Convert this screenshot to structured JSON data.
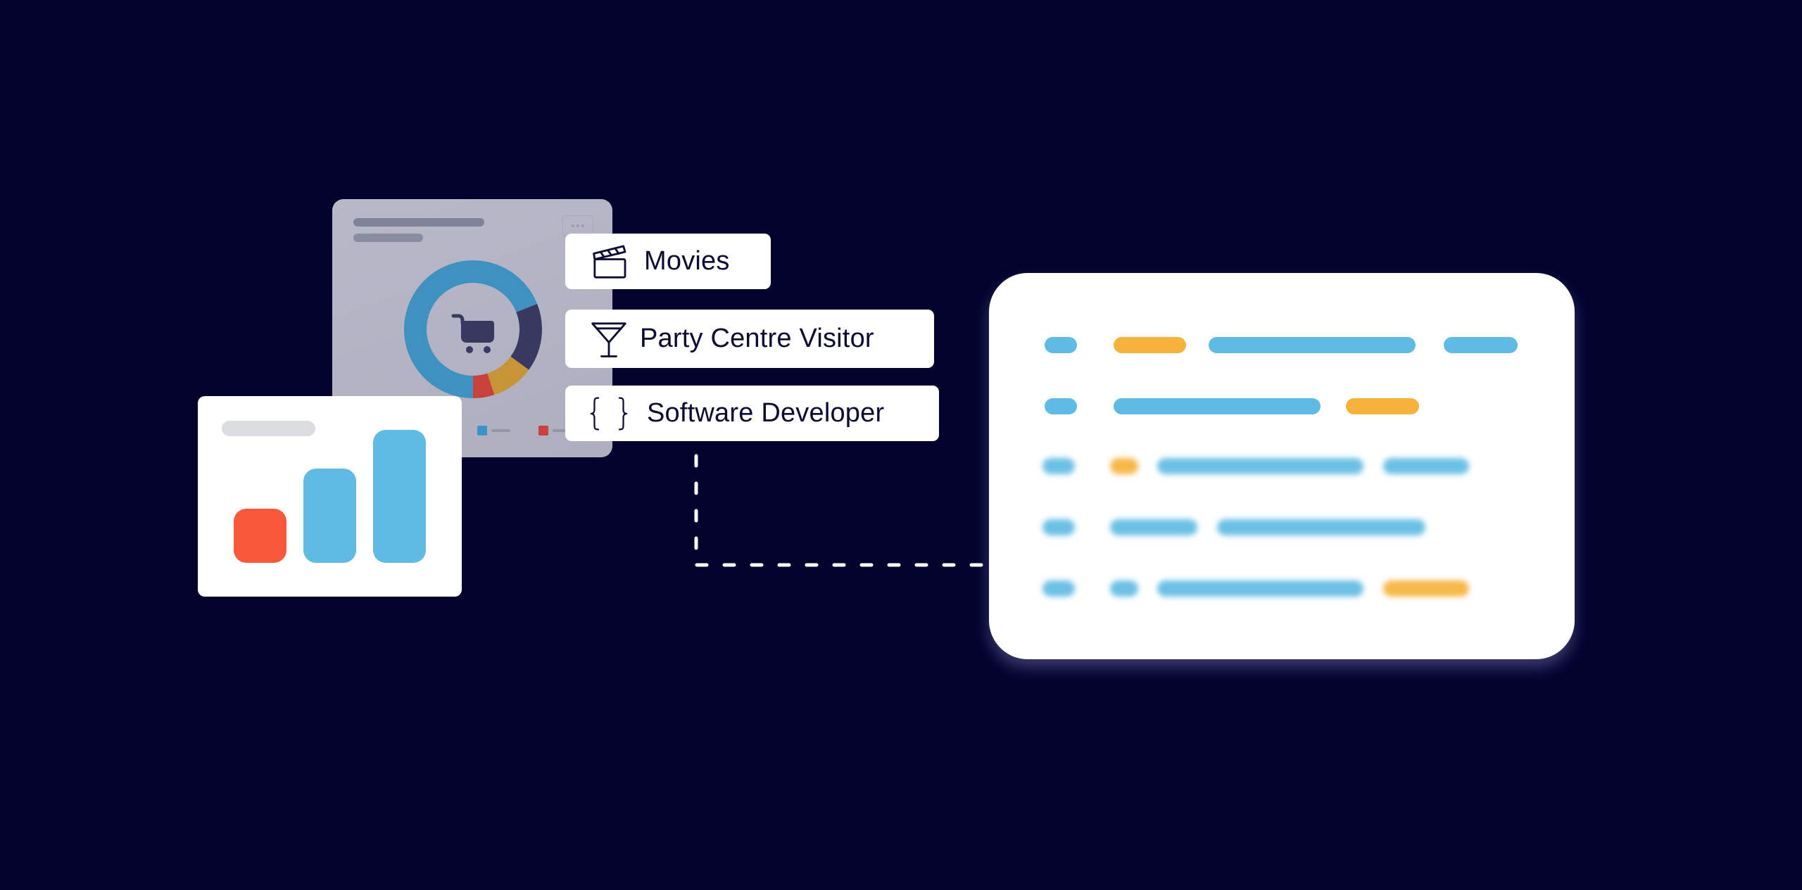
{
  "colors": {
    "background": "#03032e",
    "blue": "#5fbbe3",
    "orange": "#f6b23a",
    "red": "#f8593b",
    "navy_text": "#0a0a35",
    "donut_blue": "#3f91bf",
    "donut_navy": "#383860",
    "donut_gold": "#c89438",
    "donut_red": "#c8413a"
  },
  "tags": [
    {
      "icon": "clapperboard-icon",
      "label": "Movies"
    },
    {
      "icon": "cocktail-glass-icon",
      "label": "Party Centre Visitor"
    },
    {
      "icon": "curly-braces-icon",
      "label": "Software Developer",
      "glyph": "{}"
    }
  ],
  "donut_card": {
    "more_button": "more-options",
    "center_icon": "shopping-cart-icon",
    "segments": [
      {
        "name": "blue",
        "share": 0.69,
        "color": "#3f91bf"
      },
      {
        "name": "navy",
        "share": 0.16,
        "color": "#383860"
      },
      {
        "name": "gold",
        "share": 0.1,
        "color": "#c89438"
      },
      {
        "name": "red",
        "share": 0.05,
        "color": "#c8413a"
      }
    ],
    "legend": [
      {
        "color": "#3d93c8"
      },
      {
        "color": "#c8413a"
      }
    ]
  },
  "bar_card": {
    "bars": [
      {
        "value": 0.41,
        "color": "#f8593b"
      },
      {
        "value": 0.71,
        "color": "#5fbbe3"
      },
      {
        "value": 1.0,
        "color": "#5fbbe3"
      }
    ]
  },
  "table_card": {
    "rows": [
      {
        "blurred": false,
        "segments": [
          "blue",
          "orange",
          "blue",
          "blue"
        ]
      },
      {
        "blurred": false,
        "segments": [
          "blue",
          "blue",
          "orange"
        ]
      },
      {
        "blurred": true,
        "segments": [
          "blue",
          "orange",
          "blue",
          "blue"
        ]
      },
      {
        "blurred": true,
        "segments": [
          "blue",
          "blue",
          "blue"
        ]
      },
      {
        "blurred": true,
        "segments": [
          "blue",
          "blue",
          "blue",
          "orange"
        ]
      }
    ]
  }
}
